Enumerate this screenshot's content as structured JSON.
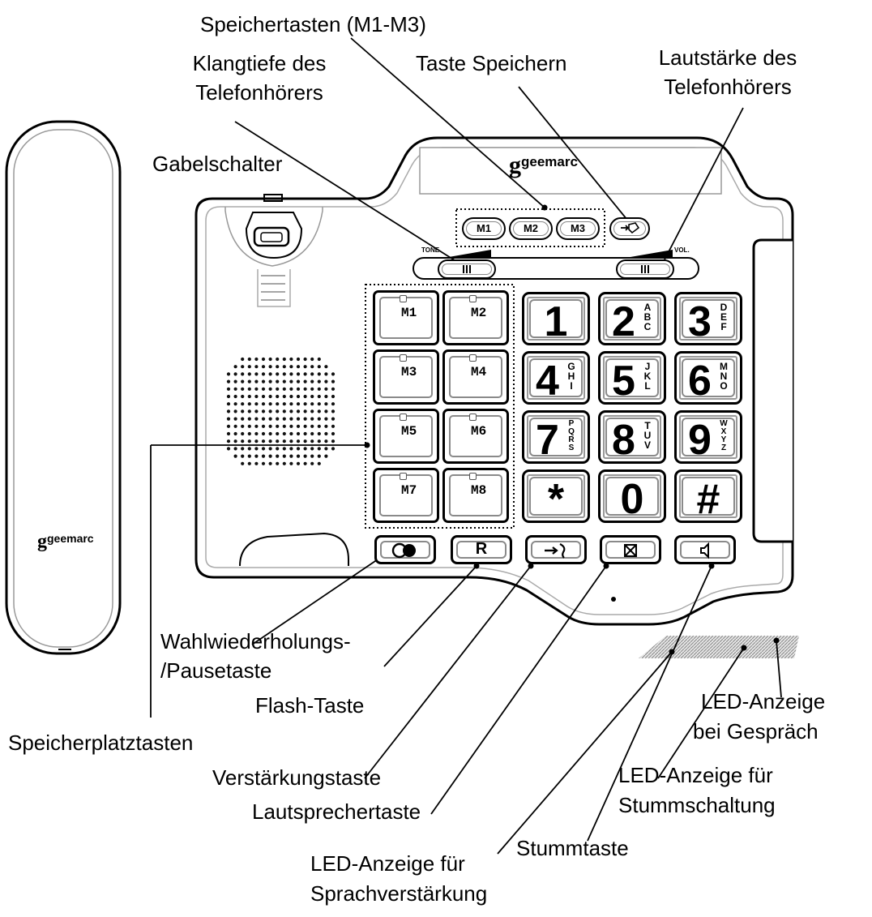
{
  "brand": {
    "logo_text": "geemarc"
  },
  "callouts": {
    "memory_keys_m1_m3": "Speichertasten (M1-M3)",
    "tone_line1": "Klangtiefe des",
    "tone_line2": "Telefonhörers",
    "save_key": "Taste Speichern",
    "volume_line1": "Lautstärke des",
    "volume_line2": "Telefonhörers",
    "hook_switch": "Gabelschalter",
    "redial_line1": "Wahlwiederholungs-",
    "redial_line2": "/Pausetaste",
    "flash": "Flash-Taste",
    "memory_slots": "Speicherplatztasten",
    "boost": "Verstärkungstaste",
    "speaker": "Lautsprechertaste",
    "led_boost_line1": "LED-Anzeige für",
    "led_boost_line2": "Sprachverstärkung",
    "mute": "Stummtaste",
    "led_mute_line1": "LED-Anzeige für",
    "led_mute_line2": "Stummschaltung",
    "led_call_line1": "LED-Anzeige",
    "led_call_line2": "bei Gespräch"
  },
  "top_memory_keys": [
    "M1",
    "M2",
    "M3"
  ],
  "slider_labels": {
    "tone": "TONE",
    "volume": "VOL."
  },
  "memory_slot_keys": [
    "M1",
    "M2",
    "M3",
    "M4",
    "M5",
    "M6",
    "M7",
    "M8"
  ],
  "keypad": [
    {
      "digit": "1",
      "letters": ""
    },
    {
      "digit": "2",
      "letters": "A\nB\nC"
    },
    {
      "digit": "3",
      "letters": "D\nE\nF"
    },
    {
      "digit": "4",
      "letters": "G\nH\nI"
    },
    {
      "digit": "5",
      "letters": "J\nK\nL"
    },
    {
      "digit": "6",
      "letters": "M\nN\nO"
    },
    {
      "digit": "7",
      "letters": "P\nQ\nR\nS"
    },
    {
      "digit": "8",
      "letters": "T\nU\nV"
    },
    {
      "digit": "9",
      "letters": "W\nX\nY\nZ"
    },
    {
      "digit": "*",
      "letters": ""
    },
    {
      "digit": "0",
      "letters": ""
    },
    {
      "digit": "#",
      "letters": ""
    }
  ],
  "function_keys": {
    "redial_icon": "redial-pause-icon",
    "flash_label": "R",
    "boost_icon": "boost-arrow-icon",
    "mute_icon": "mute-icon",
    "speaker_icon": "speaker-icon"
  },
  "colors": {
    "line": "#000000",
    "key_inner": "#8a8a8a",
    "grille": "#777777"
  }
}
